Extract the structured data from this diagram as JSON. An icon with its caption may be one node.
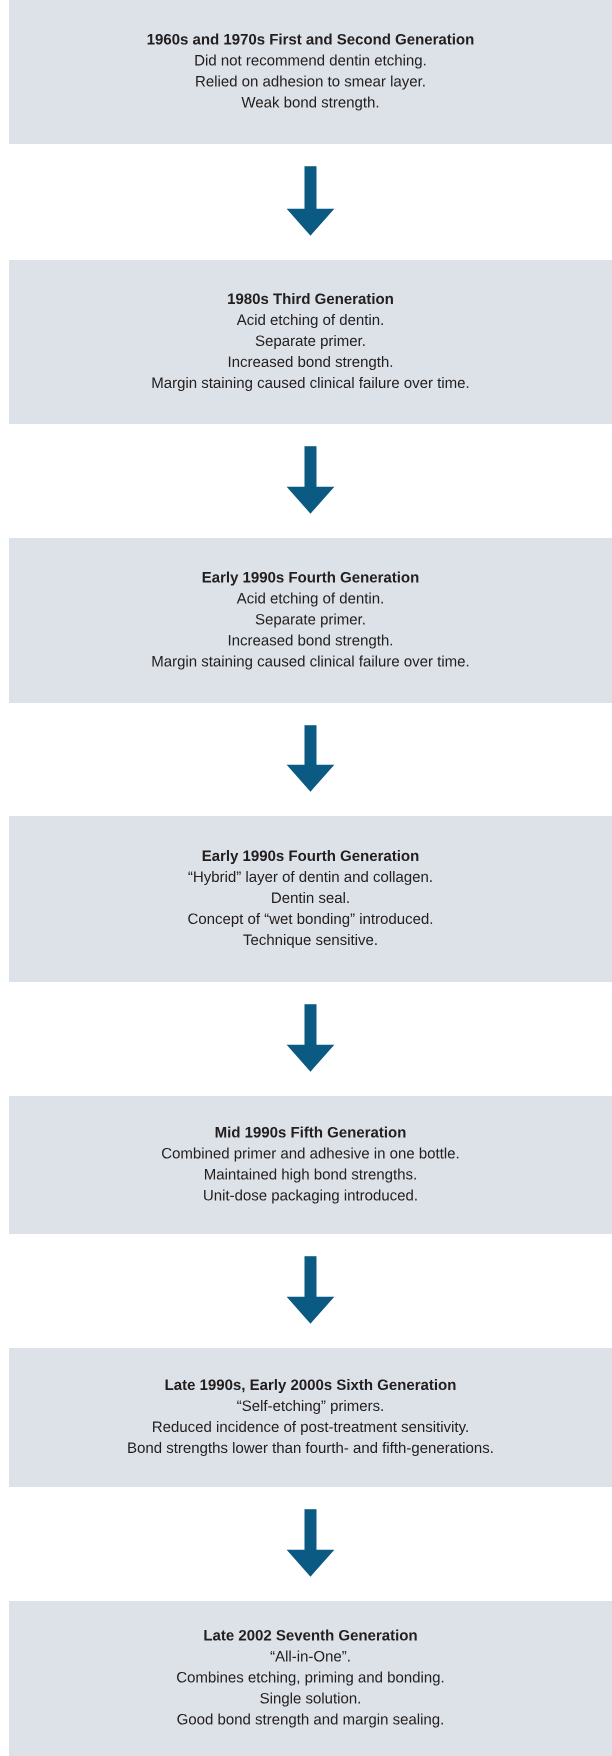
{
  "diagram": {
    "nodes": [
      {
        "text": [
          "1960s and 1970s First and Second Generation",
          "Did not recommend dentin etching.",
          "Relied on adhesion to smear layer.",
          "Weak bond strength."
        ]
      },
      {
        "text": [
          "1980s Third Generation",
          "Acid etching of dentin.",
          "Separate primer.",
          "Increased bond strength.",
          "Margin staining caused clinical failure over time."
        ]
      },
      {
        "text": [
          "Early 1990s Fourth Generation",
          "Acid etching of dentin.",
          "Separate primer.",
          "Increased bond strength.",
          "Margin staining caused clinical failure over time."
        ]
      },
      {
        "text": [
          "Early 1990s Fourth Generation",
          "“Hybrid” layer of dentin and collagen.",
          "Dentin seal.",
          "Concept of “wet bonding” introduced.",
          "Technique sensitive."
        ]
      },
      {
        "text": [
          "Mid 1990s Fifth Generation",
          "Combined primer and adhesive in one bottle.",
          "Maintained high bond strengths.",
          "Unit-dose packaging introduced."
        ]
      },
      {
        "text": [
          "Late 1990s, Early 2000s Sixth Generation",
          "“Self-etching” primers.",
          "Reduced incidence of post-treatment sensitivity.",
          "Bond strengths lower than fourth- and fifth-generations."
        ]
      },
      {
        "text": [
          "Late 2002 Seventh Generation",
          "“All-in-One”.",
          "Combines etching, priming and bonding.",
          "Single solution.",
          "Good bond strength and margin sealing."
        ]
      }
    ],
    "edges": [
      {
        "from": 0,
        "to": 1,
        "arrow": "to"
      },
      {
        "from": 1,
        "to": 2,
        "arrow": "to"
      },
      {
        "from": 2,
        "to": 3,
        "arrow": "to"
      },
      {
        "from": 3,
        "to": 4,
        "arrow": "to"
      },
      {
        "from": 4,
        "to": 5,
        "arrow": "to"
      },
      {
        "from": 5,
        "to": 6,
        "arrow": "to"
      }
    ]
  }
}
